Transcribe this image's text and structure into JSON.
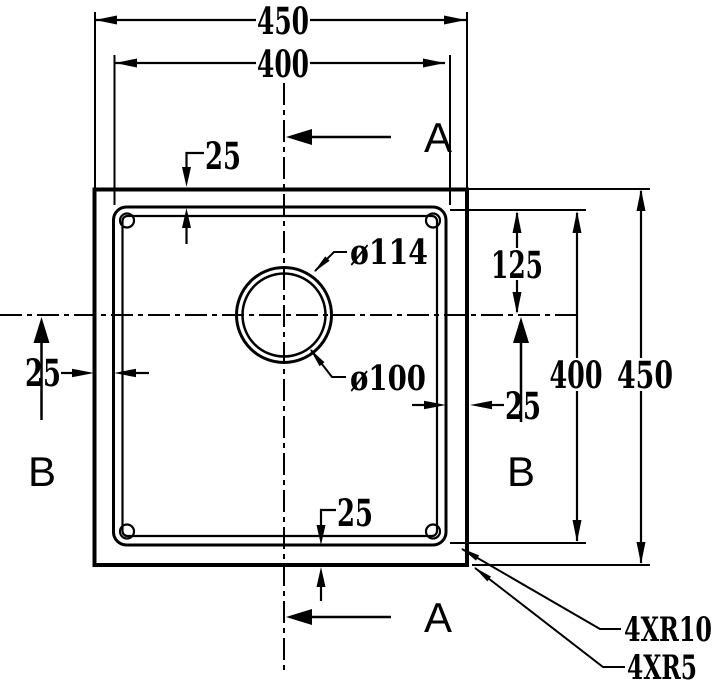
{
  "drawing": {
    "kind": "technical-drawing",
    "view": "sink top view with drain hole and section markers",
    "colors": {
      "line": "#000000",
      "background": "#ffffff"
    },
    "dims": {
      "top_outer_width": "450",
      "top_inner_width": "400",
      "top_rim_offset": "25",
      "hole_offset_from_top": "125",
      "right_inner_height": "400",
      "right_outer_height": "450",
      "left_rim_offset": "25",
      "right_rim_offset": "25",
      "bottom_rim_offset": "25",
      "drain_outer_diameter": "ø114",
      "drain_inner_diameter": "ø100",
      "corner_radius_note_outer": "4XR10",
      "corner_radius_note_inner": "4XR5"
    },
    "sections": {
      "a_label_top": "A",
      "a_label_bottom": "A",
      "b_label_left": "B",
      "b_label_right": "B"
    }
  }
}
